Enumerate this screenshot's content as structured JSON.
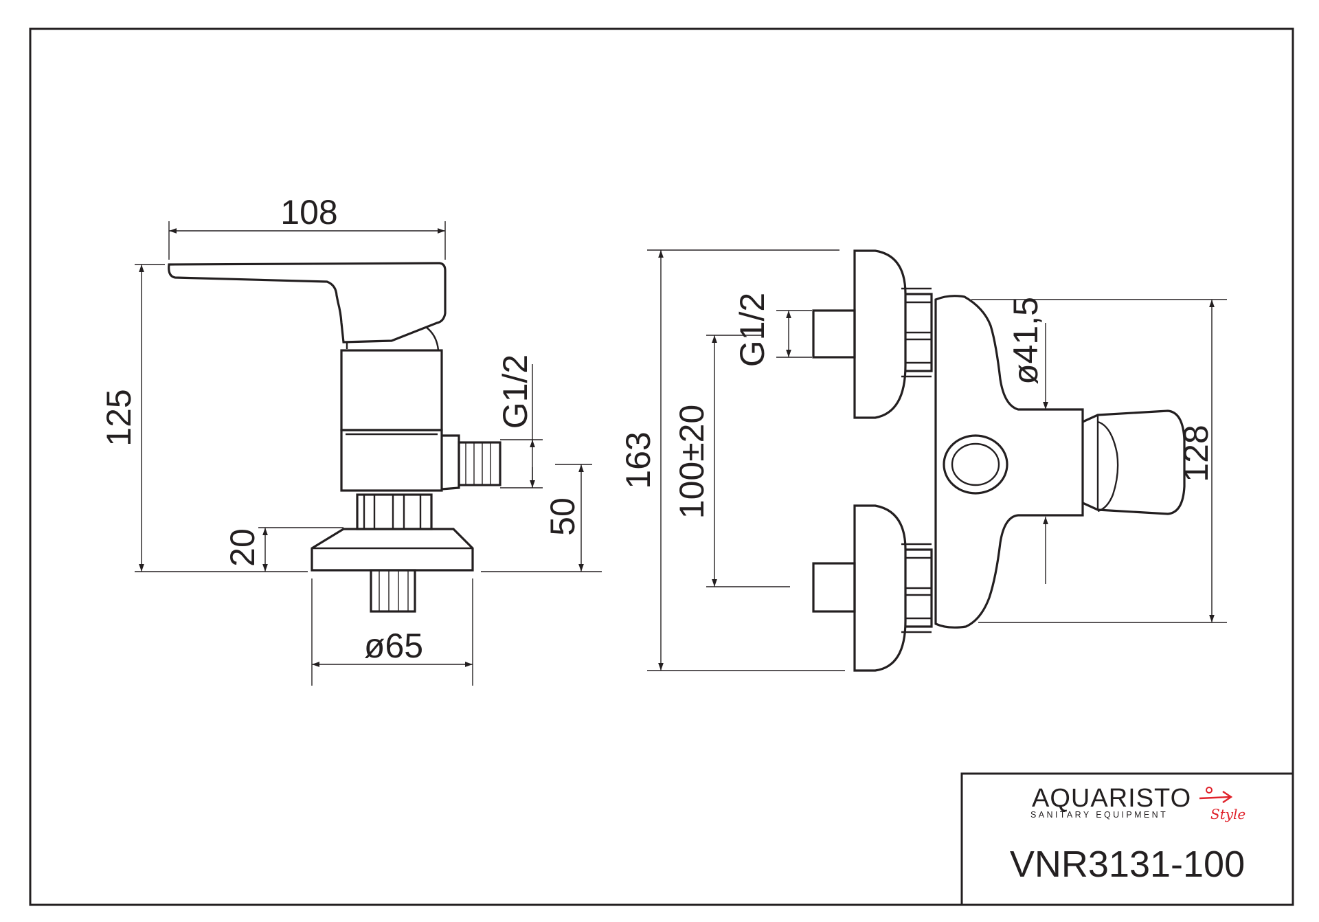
{
  "drawing": {
    "colors": {
      "line": "#231f20",
      "accent": "#e0222b",
      "background": "#ffffff"
    },
    "side_view": {
      "dim_width": "108",
      "dim_height": "125",
      "dim_thread": "G1/2",
      "dim_outlet": "50",
      "dim_flange": "20",
      "dim_diameter": "ø65"
    },
    "front_view": {
      "dim_total": "163",
      "dim_spacing": "100±20",
      "dim_thread": "G1/2",
      "dim_diameter": "ø41,5",
      "dim_height": "128"
    }
  },
  "title_block": {
    "logo_text": "AQUARISTO",
    "logo_subtitle": "SANITARY EQUIPMENT",
    "logo_script": "Style",
    "product_code": "VNR3131-100"
  }
}
